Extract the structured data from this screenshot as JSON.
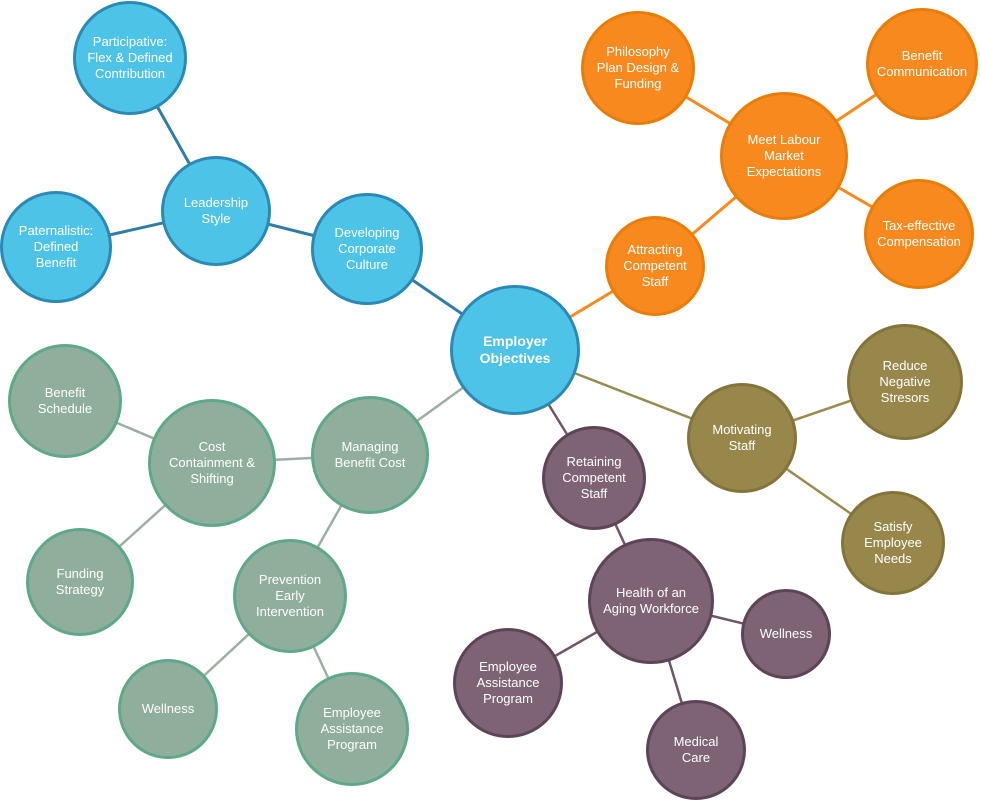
{
  "diagram": {
    "type": "mind-map",
    "central_topic": "Employer Objectives",
    "palette": {
      "blue_fill": "#4EC3E8",
      "blue_border": "#2B89B6",
      "blue_line": "#2E7EA5",
      "orange_fill": "#F8891E",
      "orange_border": "#E87D08",
      "green_fill": "#8FAE9B",
      "green_border": "#5EA98A",
      "green_line": "#9DAFA2",
      "olive_fill": "#97874B",
      "olive_border": "#84743A",
      "purple_fill": "#7D6374",
      "purple_border": "#5D4456",
      "text_color": "#FFFFFF"
    }
  },
  "nodes": {
    "employer_objectives": {
      "label": "Employer Objectives",
      "branch": "center"
    },
    "developing_corporate_culture": {
      "label": "Developing Corporate Culture",
      "branch": "blue"
    },
    "leadership_style": {
      "label": "Leadership Style",
      "branch": "blue"
    },
    "participative": {
      "label": "Participative: Flex & Defined Contribution",
      "branch": "blue"
    },
    "paternalistic": {
      "label": "Paternalistic: Defined Benefit",
      "branch": "blue"
    },
    "attracting_competent_staff": {
      "label": "Attracting Competent Staff",
      "branch": "orange"
    },
    "meet_labour_market": {
      "label": "Meet Labour Market Expectations",
      "branch": "orange"
    },
    "philosophy_plan": {
      "label": "Philosophy Plan Design & Funding",
      "branch": "orange"
    },
    "benefit_communication": {
      "label": "Benefit Communication",
      "branch": "orange"
    },
    "tax_effective_compensation": {
      "label": "Tax-effective Compensation",
      "branch": "orange"
    },
    "managing_benefit_cost": {
      "label": "Managing Benefit Cost",
      "branch": "green"
    },
    "cost_containment_shifting": {
      "label": "Cost Containment & Shifting",
      "branch": "green"
    },
    "benefit_schedule": {
      "label": "Benefit Schedule",
      "branch": "green"
    },
    "funding_strategy": {
      "label": "Funding Strategy",
      "branch": "green"
    },
    "prevention_early_intervention": {
      "label": "Prevention Early Intervention",
      "branch": "green"
    },
    "wellness_green": {
      "label": "Wellness",
      "branch": "green"
    },
    "employee_assistance_green": {
      "label": "Employee Assistance Program",
      "branch": "green"
    },
    "motivating_staff": {
      "label": "Motivating Staff",
      "branch": "olive"
    },
    "reduce_negative_stresors": {
      "label": "Reduce Negative Stresors",
      "branch": "olive"
    },
    "satisfy_employee_needs": {
      "label": "Satisfy Employee Needs",
      "branch": "olive"
    },
    "retaining_competent_staff": {
      "label": "Retaining Competent Staff",
      "branch": "purple"
    },
    "health_aging_workforce": {
      "label": "Health of an Aging Workforce",
      "branch": "purple"
    },
    "employee_assistance_purple": {
      "label": "Employee Assistance Program",
      "branch": "purple"
    },
    "wellness_purple": {
      "label": "Wellness",
      "branch": "purple"
    },
    "medical_care": {
      "label": "Medical Care",
      "branch": "purple"
    }
  }
}
